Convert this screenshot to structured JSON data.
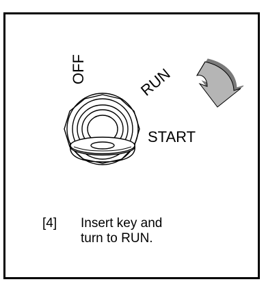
{
  "positions": {
    "off": "OFF",
    "run": "RUN",
    "start": "START"
  },
  "step": {
    "number": "[4]",
    "text_line_1": "Insert key and",
    "text_line_2": "turn to RUN."
  },
  "icons": {
    "arrow": "curved-arrow-clockwise-icon",
    "switch": "ignition-key-switch-icon"
  },
  "colors": {
    "frame": "#000000",
    "arrow_fill": "#b5b5b5",
    "arrow_shadow": "#7a7a7a",
    "text": "#000000"
  }
}
